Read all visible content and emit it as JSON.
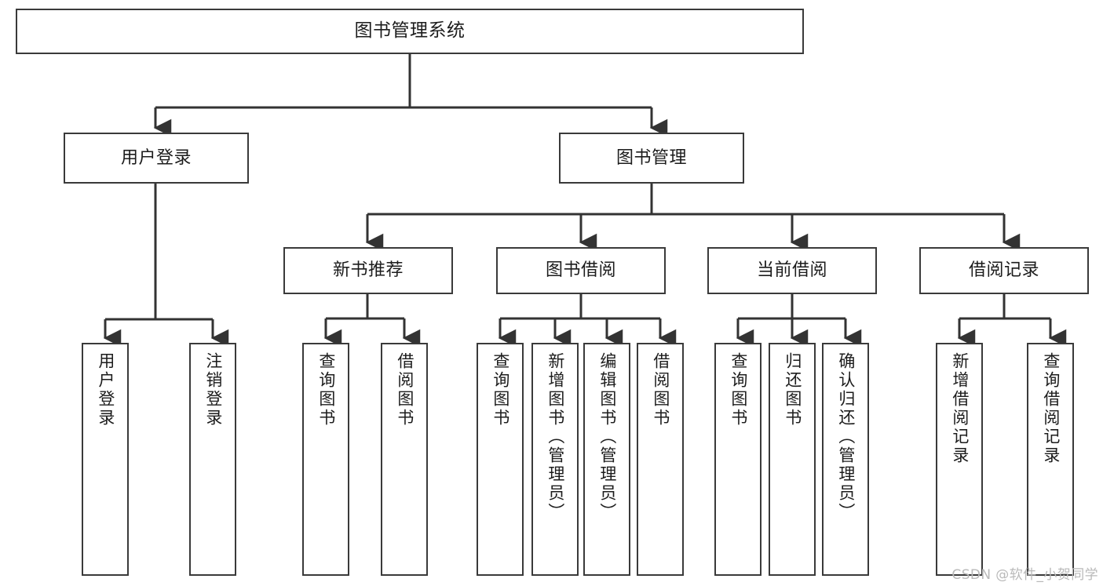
{
  "diagram": {
    "title": "图书管理系统",
    "type": "tree-hierarchy-chart",
    "watermark": "CSDN @软件_小贺同学",
    "colors": {
      "box_border": "#3a3a3a",
      "box_fill": "#ffffff",
      "connector": "#333333",
      "text": "#1c1c1c",
      "watermark": "#b9b9b9"
    },
    "root": {
      "label": "图书管理系统"
    },
    "level2": [
      {
        "label": "用户登录"
      },
      {
        "label": "图书管理"
      }
    ],
    "level3": [
      {
        "label": "新书推荐"
      },
      {
        "label": "图书借阅"
      },
      {
        "label": "当前借阅"
      },
      {
        "label": "借阅记录"
      }
    ],
    "leaves": {
      "user_login": [
        {
          "label": "用户登录"
        },
        {
          "label": "注销登录"
        }
      ],
      "new_book_recommend": [
        {
          "label": "查询图书"
        },
        {
          "label": "借阅图书"
        }
      ],
      "book_borrow": [
        {
          "label": "查询图书"
        },
        {
          "label": "新增图书（管理员）"
        },
        {
          "label": "编辑图书（管理员）"
        },
        {
          "label": "借阅图书"
        }
      ],
      "current_borrow": [
        {
          "label": "查询图书"
        },
        {
          "label": "归还图书"
        },
        {
          "label": "确认归还（管理员）"
        }
      ],
      "borrow_record": [
        {
          "label": "新增借阅记录"
        },
        {
          "label": "查询借阅记录"
        }
      ]
    }
  }
}
